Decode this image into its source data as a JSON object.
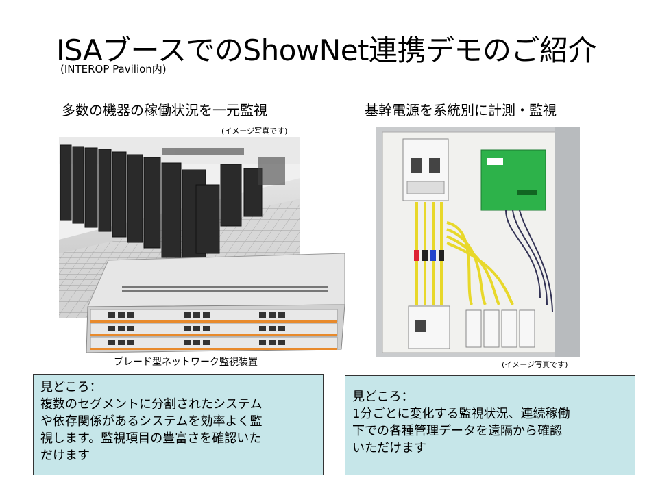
{
  "slide": {
    "title": "ISAブースでのShowNet連携デモのご紹介",
    "subtitle": "(INTEROP Pavilion内)"
  },
  "left": {
    "heading": "多数の機器の稼働状況を一元監視",
    "photo_note": "(イメージ写真です)",
    "device_caption": "ブレード型ネットワーク監視装置",
    "box": {
      "lines": [
        "見どころ：",
        "複数のセグメントに分割されたシステム",
        "や依存関係があるシステムを効率よく監",
        "視します。監視項目の豊富さを確認いた",
        "だけます"
      ]
    }
  },
  "right": {
    "heading": "基幹電源を系統別に計測・監視",
    "photo_note": "(イメージ写真です)",
    "box": {
      "lines": [
        "見どころ：",
        "1分ごとに変化する監視状況、連続稼働",
        "下での各種管理データを遠隔から確認",
        "いただけます"
      ]
    }
  }
}
